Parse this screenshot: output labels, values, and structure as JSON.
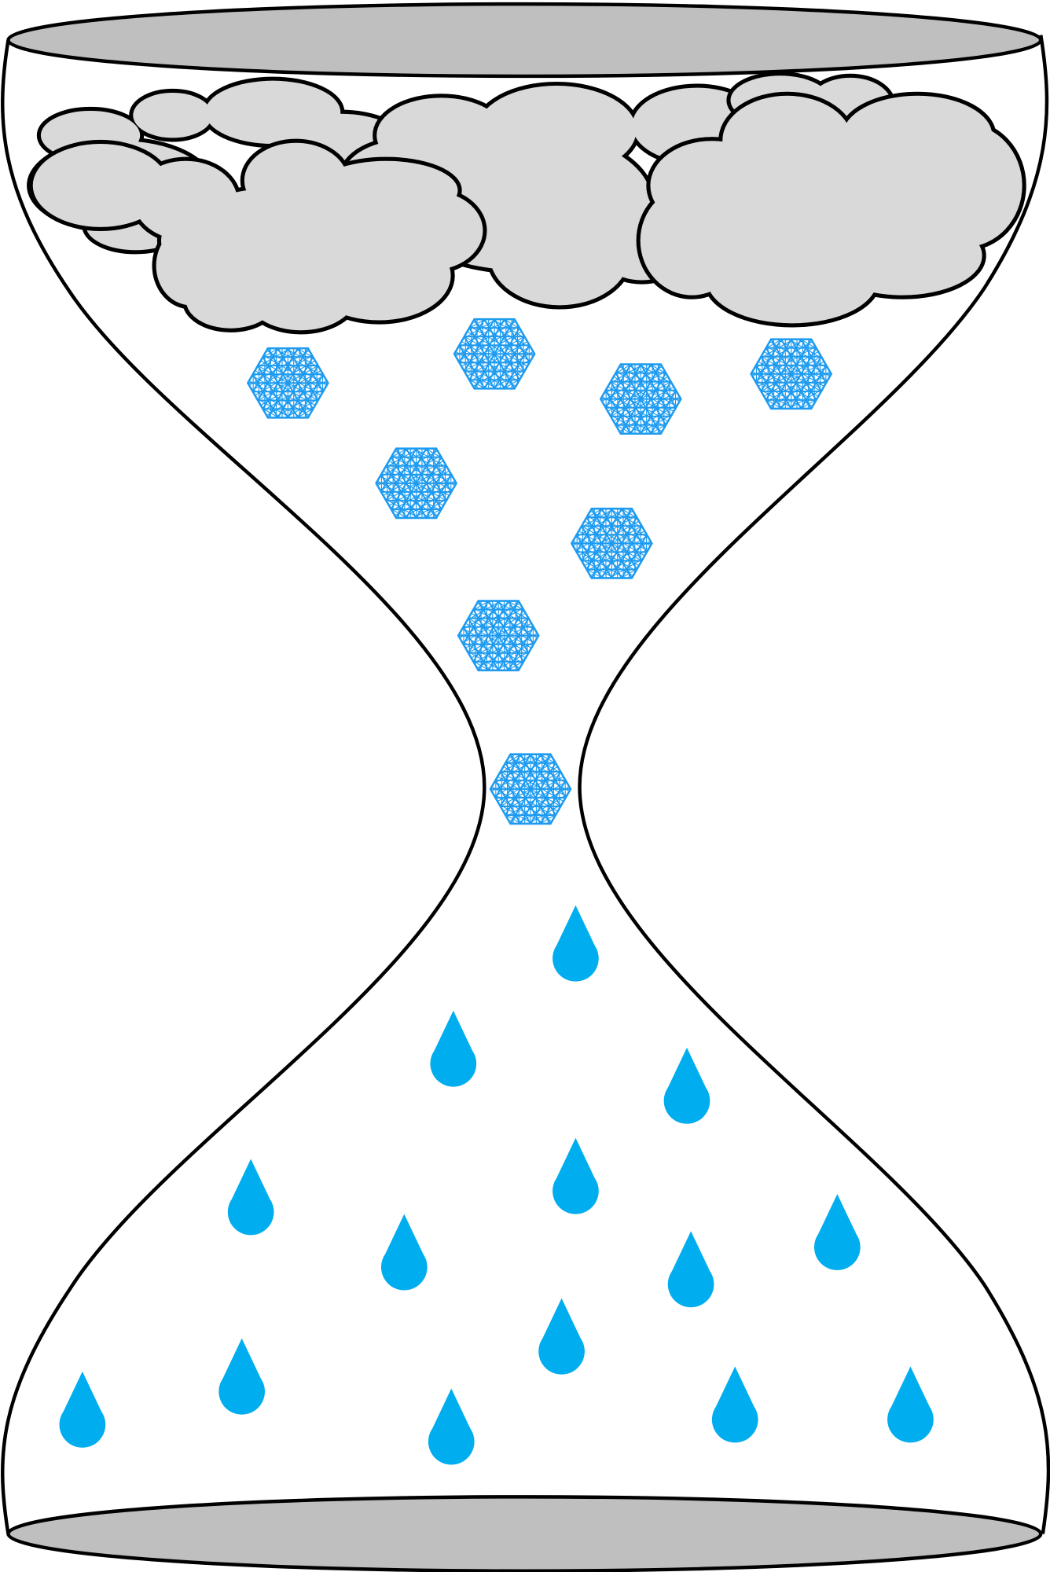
{
  "illustration": {
    "subject": "hourglass-weather",
    "colors": {
      "outline": "#000000",
      "cap_fill": "#bfbfbf",
      "cloud_fill": "#d9d9d9",
      "snowflake": "#1e9bf0",
      "raindrop": "#00aeef"
    },
    "cloud_count": 5,
    "snowflake_count": 8,
    "raindrop_count": 14
  }
}
